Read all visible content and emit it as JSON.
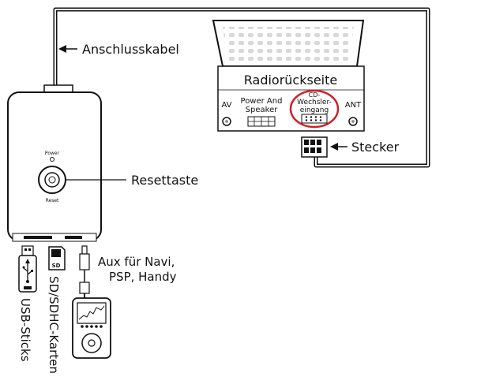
{
  "labels": {
    "connection_cable": "Anschlusskabel",
    "radio_back": "Radiorückseite",
    "port_av": "AV",
    "port_power_line1": "Power And",
    "port_power_line2": "Speaker",
    "port_cd_line1": "CD-",
    "port_cd_line2": "Wechsler-",
    "port_cd_line3": "eingang",
    "port_ant": "ANT",
    "plug": "Stecker",
    "device_power": "Power",
    "device_reset": "Reset",
    "reset_button": "Resettaste",
    "aux_line1": "Aux für Navi,",
    "aux_line2": "PSP, Handy",
    "usb_sticks": "USB-Sticks",
    "sd_cards": "SD/SDHC-Karten",
    "sd_icon_text": "SD"
  },
  "colors": {
    "line": "#111111",
    "highlight_circle": "#d0202a",
    "radio_grid": "#d8d8d8"
  }
}
